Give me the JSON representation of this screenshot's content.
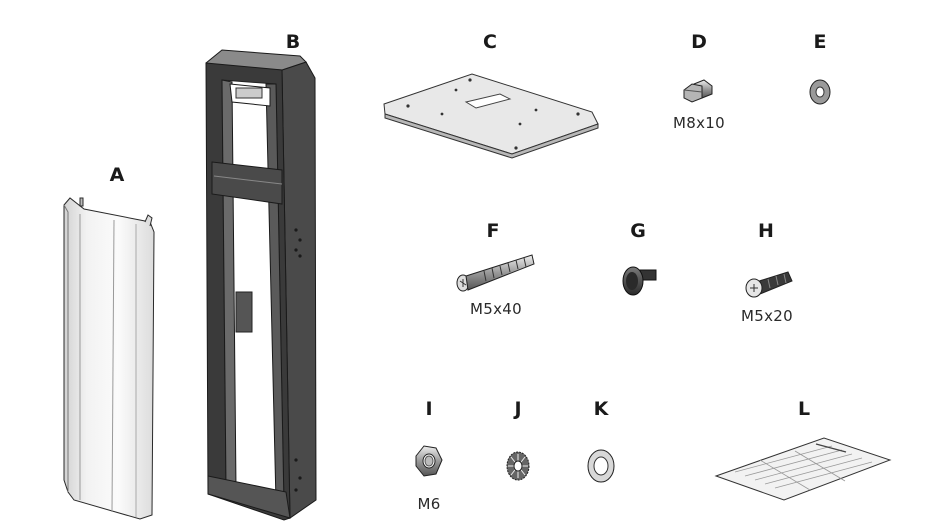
{
  "parts": [
    {
      "letter": "A",
      "size": ""
    },
    {
      "letter": "B",
      "size": ""
    },
    {
      "letter": "C",
      "size": ""
    },
    {
      "letter": "D",
      "size": "M8x10"
    },
    {
      "letter": "E",
      "size": ""
    },
    {
      "letter": "F",
      "size": "M5x40"
    },
    {
      "letter": "G",
      "size": ""
    },
    {
      "letter": "H",
      "size": "M5x20"
    },
    {
      "letter": "I",
      "size": "M6"
    },
    {
      "letter": "J",
      "size": ""
    },
    {
      "letter": "K",
      "size": ""
    },
    {
      "letter": "L",
      "size": ""
    }
  ]
}
